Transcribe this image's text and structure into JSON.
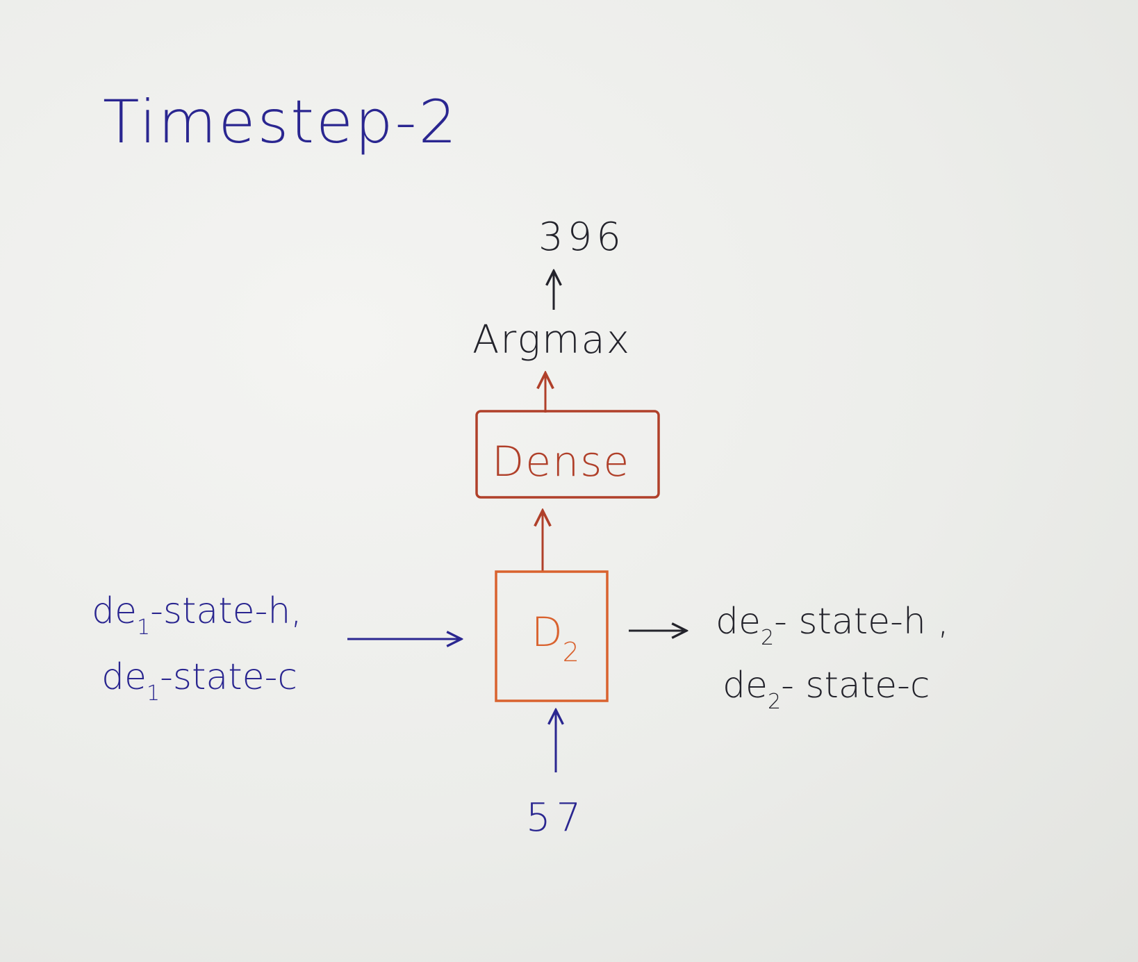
{
  "title": "Timestep-2",
  "output_value": "396",
  "argmax_label": "Argmax",
  "dense_label": "Dense",
  "cell": {
    "letter": "D",
    "subscript": "2"
  },
  "input_value": "57",
  "left_states": {
    "line1": {
      "prefix": "de",
      "sub": "1",
      "suffix": "-state-h,"
    },
    "line2": {
      "prefix": "de",
      "sub": "1",
      "suffix": "-state-c"
    }
  },
  "right_states": {
    "line1": {
      "prefix": "de",
      "sub": "2",
      "suffix": "- state-h ,"
    },
    "line2": {
      "prefix": "de",
      "sub": "2",
      "suffix": "- state-c"
    }
  },
  "colors": {
    "blue_ink": "#2a2690",
    "black_ink": "#23232b",
    "red_ink": "#b0402a",
    "orange_ink": "#d9622e"
  }
}
